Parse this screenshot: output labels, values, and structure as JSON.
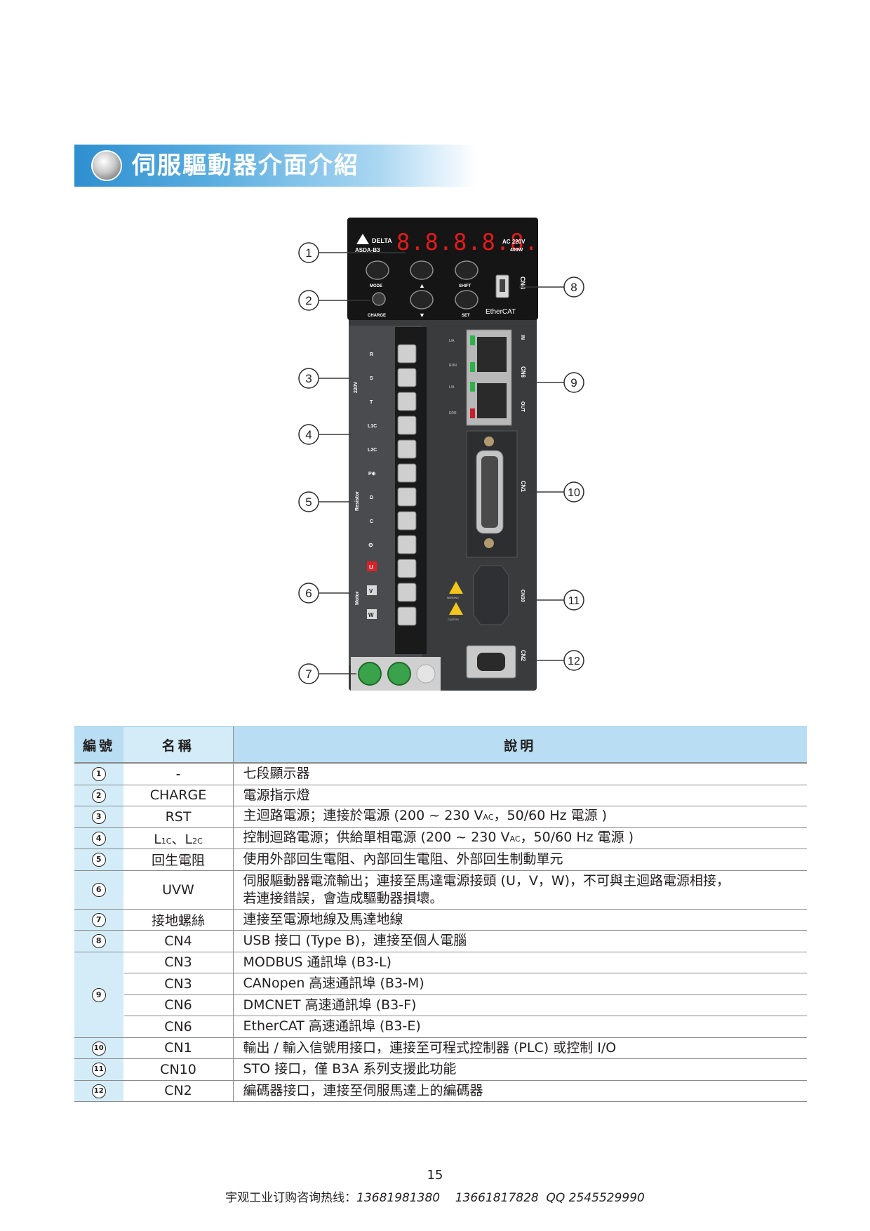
{
  "section_title": "伺服驅動器介面介紹",
  "device": {
    "brand": "DELTA",
    "model": "ASDA-B3",
    "display_digits": "8.8.8.8.8.",
    "rating_line1": "AC 220V",
    "rating_line2": "400W",
    "buttons": {
      "mode": "MODE",
      "up": "▲",
      "shift": "SHIFT",
      "down": "▼",
      "set": "SET",
      "charge": "CHARGE"
    },
    "ethercat_logo": "EtherCAT",
    "port_labels": {
      "cn4": "CN4",
      "cn6": "CN6",
      "in": "IN",
      "out": "OUT",
      "cn1": "CN1",
      "cn10": "CN10",
      "cn2": "CN2"
    },
    "led_labels": [
      "L/A",
      "RUN",
      "L/A",
      "ERR"
    ],
    "terminal_labels": {
      "r": "R",
      "s": "S",
      "t": "T",
      "l1c": "L1C",
      "l2c": "L2C",
      "voltage": "220V",
      "p": "P⊕",
      "d": "D",
      "c": "C",
      "minus": "⊖",
      "resistor": "Resistor",
      "u": "U",
      "v": "V",
      "w": "W",
      "motor": "Motor"
    },
    "warning_labels": [
      "WARNING",
      "CAUTION"
    ],
    "callouts": [
      "1",
      "2",
      "3",
      "4",
      "5",
      "6",
      "7",
      "8",
      "9",
      "10",
      "11",
      "12"
    ]
  },
  "table": {
    "headers": {
      "no": "編號",
      "name": "名稱",
      "desc": "說明"
    },
    "rows": [
      {
        "no": "1",
        "name": "-",
        "desc": "七段顯示器"
      },
      {
        "no": "2",
        "name": "CHARGE",
        "desc": "電源指示燈"
      },
      {
        "no": "3",
        "name": "RST",
        "desc_a": "主迴路電源；連接於電源 (200 ~ 230 V",
        "desc_sub": "AC",
        "desc_b": "，50/60 Hz 電源 )"
      },
      {
        "no": "4",
        "name_a": "L",
        "name_sub1": "1C",
        "name_mid": "、L",
        "name_sub2": "2C",
        "desc_a": "控制迴路電源；供給單相電源 (200 ~ 230 V",
        "desc_sub": "AC",
        "desc_b": "，50/60 Hz 電源 )"
      },
      {
        "no": "5",
        "name": "回生電阻",
        "desc": "使用外部回生電阻、內部回生電阻、外部回生制動單元"
      },
      {
        "no": "6",
        "name": "UVW",
        "desc_line1": "伺服驅動器電流輸出；連接至馬達電源接頭 (U，V，W)，不可與主迴路電源相接，",
        "desc_line2": "若連接錯誤，會造成驅動器損壞。"
      },
      {
        "no": "7",
        "name": "接地螺絲",
        "desc": "連接至電源地線及馬達地線"
      },
      {
        "no": "8",
        "name": "CN4",
        "desc": "USB 接口 (Type B)，連接至個人電腦"
      },
      {
        "no": "9",
        "sub_rows": [
          {
            "name": "CN3",
            "desc": "MODBUS 通訊埠 (B3-L)"
          },
          {
            "name": "CN3",
            "desc": "CANopen 高速通訊埠 (B3-M)"
          },
          {
            "name": "CN6",
            "desc": "DMCNET 高速通訊埠 (B3-F)"
          },
          {
            "name": "CN6",
            "desc": "EtherCAT 高速通訊埠 (B3-E)"
          }
        ]
      },
      {
        "no": "10",
        "name": "CN1",
        "desc": "輸出 / 輸入信號用接口，連接至可程式控制器 (PLC) 或控制 I/O"
      },
      {
        "no": "11",
        "name": "CN10",
        "desc": "STO 接口，僅 B3A 系列支援此功能"
      },
      {
        "no": "12",
        "name": "CN2",
        "desc": "編碼器接口，連接至伺服馬達上的編碼器"
      }
    ]
  },
  "footer": {
    "page_number": "15",
    "hotline_label": "宇观工业订购咨询热线：",
    "hotline_numbers": "13681981380    13661817828  QQ 2545529990"
  }
}
